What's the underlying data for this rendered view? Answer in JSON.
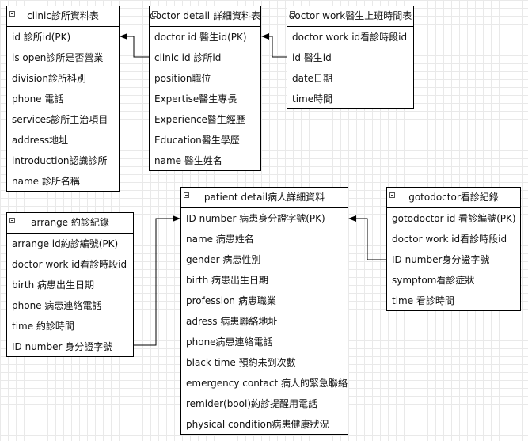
{
  "tables": {
    "clinic": {
      "title": "clinic診所資料表",
      "rows": [
        "id 診所id(PK)",
        "is open診所是否營業",
        "division診所科別",
        "phone 電話",
        "services診所主治項目",
        "address地址",
        "introduction認識診所",
        "name 診所名稱"
      ]
    },
    "doctor_detail": {
      "title": "doctor detail 詳細資料表",
      "rows": [
        "doctor id 醫生id(PK)",
        "clinic id 診所id",
        "position職位",
        "Expertise醫生專長",
        "Experience醫生經歷",
        "Education醫生學歷",
        "name 醫生姓名"
      ]
    },
    "doctor_work": {
      "title": "doctor work醫生上班時間表",
      "rows": [
        "doctor work id看診時段id",
        "id 醫生id",
        "date日期",
        "time時間"
      ]
    },
    "arrange": {
      "title": "arrange 約診紀錄",
      "rows": [
        "arrange id約診編號(PK)",
        "doctor work id看診時段id",
        "birth 病患出生日期",
        "phone 病患連絡電話",
        "time 約診時間",
        "ID number 身分證字號"
      ]
    },
    "patient_detail": {
      "title": "patient detail病人詳細資料",
      "rows": [
        "ID number 病患身分證字號(PK)",
        "name 病患姓名",
        "gender 病患性別",
        "birth 病患出生日期",
        "profession 病患職業",
        "adress 病患聯絡地址",
        "phone病患連絡電話",
        "black time 預約未到次數",
        "emergency contact 病人的緊急聯絡人",
        "remider(bool)約診提醒用電話",
        "physical condition病患健康狀況"
      ]
    },
    "gotodoctor": {
      "title": "gotodoctor看診紀錄",
      "rows": [
        "gotodoctor id 看診編號(PK)",
        "doctor work id看診時段id",
        "ID number身分證字號",
        "symptom看診症狀",
        "time 看診時間"
      ]
    }
  }
}
